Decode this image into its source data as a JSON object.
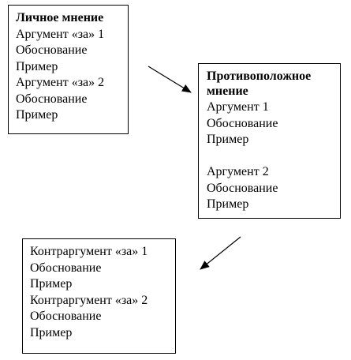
{
  "personal_opinion": {
    "title": "Личное мнение",
    "lines": [
      "Аргумент «за» 1",
      "Обоснование",
      "Пример",
      "Аргумент «за» 2",
      "Обоснование",
      "Пример"
    ]
  },
  "opposite_opinion": {
    "title_line1": "Противоположное",
    "title_line2": "мнение",
    "lines_a": [
      "Аргумент 1",
      "Обоснование",
      "Пример"
    ],
    "lines_b": [
      "Аргумент 2",
      "Обоснование",
      "Пример"
    ]
  },
  "counterarguments": {
    "lines": [
      "Контраргумент «за» 1",
      "Обоснование",
      "Пример",
      "Контраргумент «за» 2",
      "Обоснование",
      "Пример"
    ]
  }
}
